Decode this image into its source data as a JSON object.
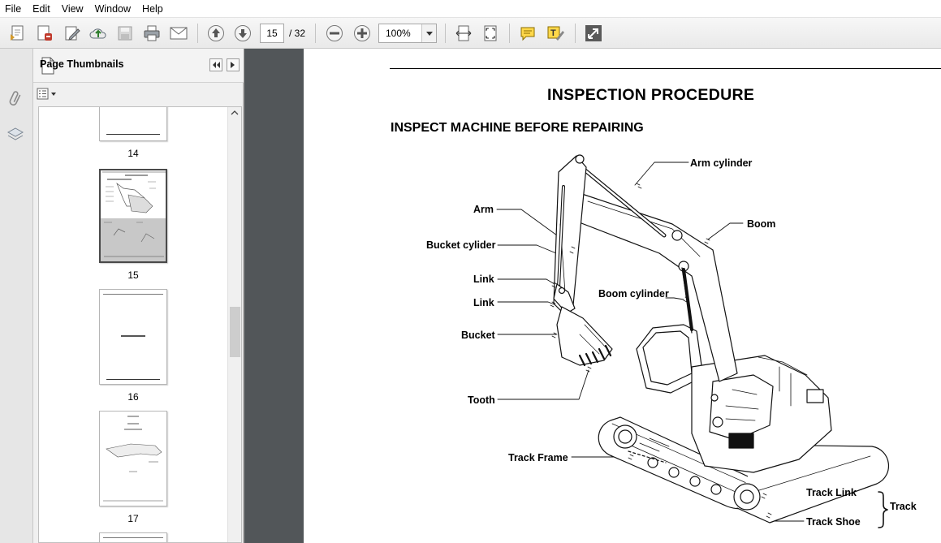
{
  "menu": [
    "File",
    "Edit",
    "View",
    "Window",
    "Help"
  ],
  "toolbar": {
    "current_page": "15",
    "total_pages": "/ 32",
    "zoom": "100%"
  },
  "panel": {
    "title": "Page Thumbnails",
    "thumbnails": [
      {
        "page": "14"
      },
      {
        "page": "15",
        "selected": true
      },
      {
        "page": "16"
      },
      {
        "page": "17"
      }
    ]
  },
  "document": {
    "title": "INSPECTION PROCEDURE",
    "subtitle": "INSPECT MACHINE BEFORE REPAIRING",
    "labels": {
      "arm_cylinder": "Arm cylinder",
      "arm": "Arm",
      "boom": "Boom",
      "bucket_cylinder": "Bucket cylider",
      "link1": "Link",
      "link2": "Link",
      "boom_cylinder": "Boom cylinder",
      "bucket": "Bucket",
      "tooth": "Tooth",
      "track_frame": "Track Frame",
      "track_link": "Track Link",
      "track_shoe": "Track Shoe",
      "track": "Track"
    }
  },
  "colors": {
    "doc_background": "#525659",
    "selected_thumb": "#c8c8c8"
  }
}
